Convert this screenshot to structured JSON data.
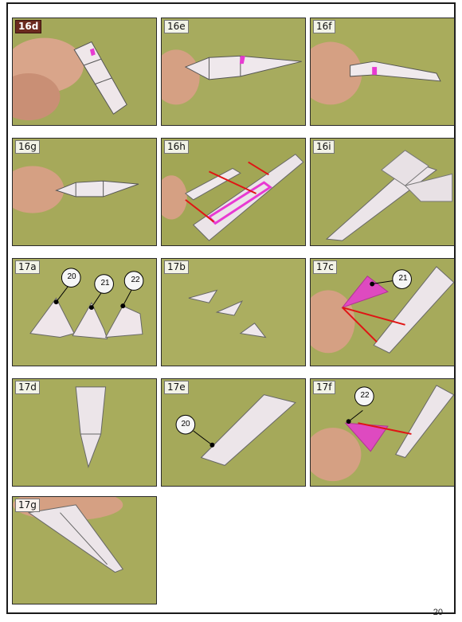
{
  "page": {
    "page_number": "20",
    "steps": [
      {
        "id": "16d",
        "label": "16d"
      },
      {
        "id": "16e",
        "label": "16e"
      },
      {
        "id": "16f",
        "label": "16f"
      },
      {
        "id": "16g",
        "label": "16g"
      },
      {
        "id": "16h",
        "label": "16h"
      },
      {
        "id": "16i",
        "label": "16i"
      },
      {
        "id": "17a",
        "label": "17a",
        "callouts": [
          "20",
          "21",
          "22"
        ]
      },
      {
        "id": "17b",
        "label": "17b"
      },
      {
        "id": "17c",
        "label": "17c",
        "callouts": [
          "21"
        ]
      },
      {
        "id": "17d",
        "label": "17d"
      },
      {
        "id": "17e",
        "label": "17e",
        "callouts": [
          "20"
        ]
      },
      {
        "id": "17f",
        "label": "17f",
        "callouts": [
          "22"
        ]
      },
      {
        "id": "17g",
        "label": "17g"
      }
    ]
  },
  "colors": {
    "background": "#ffffff",
    "photo_green": "#a9ad5f",
    "highlight_magenta": "#e83ad2",
    "arrow_red": "#e01414",
    "label_dark": "#6b2a1f"
  }
}
